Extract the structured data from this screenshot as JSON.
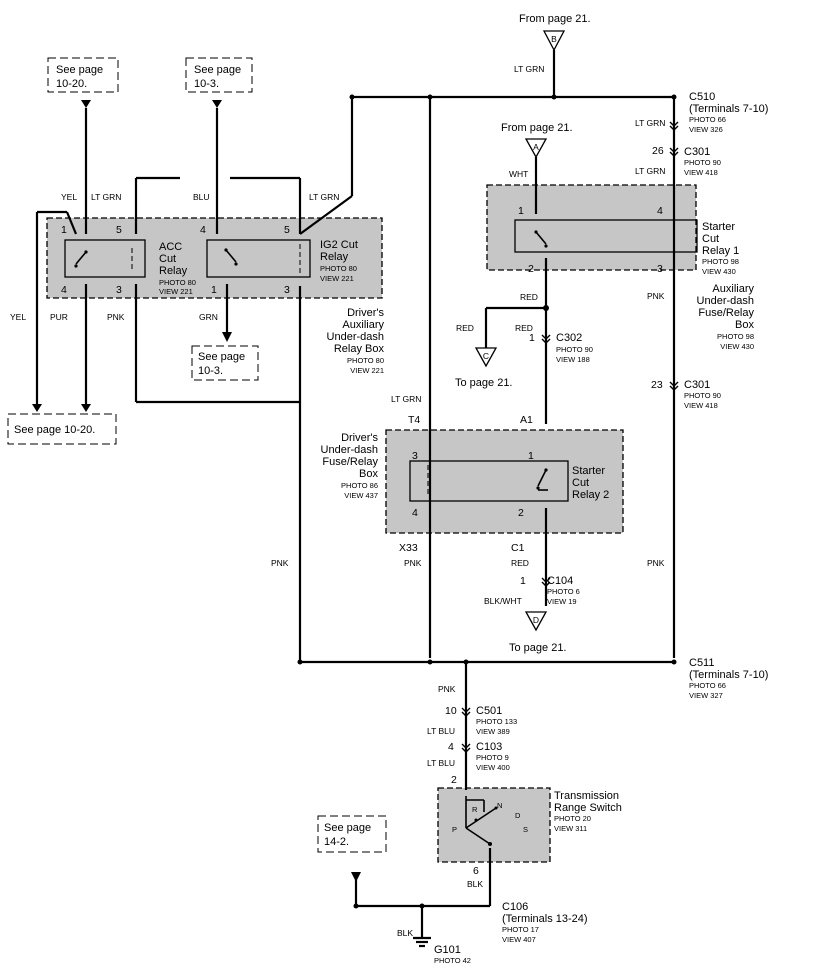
{
  "diagram": {
    "offpage": {
      "from_b": "From page 21.",
      "from_a": "From page 21.",
      "to_c": "To page 21.",
      "to_d": "To page 21.",
      "b": "B",
      "a": "A",
      "c": "C",
      "d": "D"
    },
    "refs": {
      "see_10_20_top_l1": "See page",
      "see_10_20_top_l2": "10-20.",
      "see_10_3_top_l1": "See page",
      "see_10_3_top_l2": "10-3.",
      "see_10_3_mid_l1": "See page",
      "see_10_3_mid_l2": "10-3.",
      "see_10_20_bot": "See page 10-20.",
      "see_14_2_l1": "See page",
      "see_14_2_l2": "14-2."
    },
    "wire_colors": {
      "yel_1": "YEL",
      "ltgrn_1": "LT GRN",
      "blu": "BLU",
      "ltgrn_2": "LT GRN",
      "yel_2": "YEL",
      "pur": "PUR",
      "pnk_1": "PNK",
      "grn": "GRN",
      "ltgrn_top": "LT GRN",
      "ltgrn_c510": "LT GRN",
      "ltgrn_c301": "LT GRN",
      "wht": "WHT",
      "pnk_r": "PNK",
      "red_1": "RED",
      "red_2": "RED",
      "red_3": "RED",
      "ltgrn_t4": "LT GRN",
      "pnk_x33": "PNK",
      "red_c1": "RED",
      "blkwht": "BLK/WHT",
      "pnk_right": "PNK",
      "pnk_left": "PNK",
      "pnk_bottom": "PNK",
      "ltblu_1": "LT BLU",
      "ltblu_2": "LT BLU",
      "blk_1": "BLK",
      "blk_2": "BLK"
    },
    "connectors": {
      "c510": "C510",
      "c510_sub": "(Terminals 7-10)",
      "c510_photo": "PHOTO 66",
      "c510_view": "VIEW 326",
      "c301a": "C301",
      "c301a_photo": "PHOTO 90",
      "c301a_view": "VIEW 418",
      "c301a_pin": "26",
      "c302": "C302",
      "c302_photo": "PHOTO 90",
      "c302_view": "VIEW 188",
      "c302_pin": "1",
      "c301b": "C301",
      "c301b_photo": "PHOTO 90",
      "c301b_view": "VIEW 418",
      "c301b_pin": "23",
      "c104": "C104",
      "c104_photo": "PHOTO 6",
      "c104_view": "VIEW 19",
      "c104_pin": "1",
      "c511": "C511",
      "c511_sub": "(Terminals 7-10)",
      "c511_photo": "PHOTO 66",
      "c511_view": "VIEW 327",
      "c501": "C501",
      "c501_photo": "PHOTO 133",
      "c501_view": "VIEW 389",
      "c501_pin": "10",
      "c103": "C103",
      "c103_photo": "PHOTO 9",
      "c103_view": "VIEW 400",
      "c103_pin": "4",
      "c106": "C106",
      "c106_sub": "(Terminals 13-24)",
      "c106_photo": "PHOTO 17",
      "c106_view": "VIEW 407",
      "g101": "G101",
      "g101_photo": "PHOTO 42"
    },
    "terminals": {
      "t4": "T4",
      "a1": "A1",
      "x33": "X33",
      "c1": "C1"
    },
    "acc_relay": {
      "l1": "ACC",
      "l2": "Cut",
      "l3": "Relay",
      "photo": "PHOTO 80",
      "view": "VIEW 221",
      "p1": "1",
      "p5": "5",
      "p4": "4",
      "p3": "3"
    },
    "ig2_relay": {
      "l1": "IG2 Cut",
      "l2": "Relay",
      "photo": "PHOTO 80",
      "view": "VIEW 221",
      "p4": "4",
      "p5": "5",
      "p1": "1",
      "p3": "3"
    },
    "driver_aux_box": {
      "l1": "Driver's",
      "l2": "Auxiliary",
      "l3": "Under-dash",
      "l4": "Relay Box",
      "photo": "PHOTO 80",
      "view": "VIEW 221"
    },
    "starter_relay_1": {
      "l1": "Starter",
      "l2": "Cut",
      "l3": "Relay 1",
      "photo": "PHOTO 98",
      "view": "VIEW 430",
      "p1": "1",
      "p4": "4",
      "p2": "2",
      "p3": "3"
    },
    "aux_fuse_box": {
      "l1": "Auxiliary",
      "l2": "Under-dash",
      "l3": "Fuse/Relay",
      "l4": "Box",
      "photo": "PHOTO 98",
      "view": "VIEW 430"
    },
    "driver_fuse_box": {
      "l1": "Driver's",
      "l2": "Under-dash",
      "l3": "Fuse/Relay",
      "l4": "Box",
      "photo": "PHOTO 86",
      "view": "VIEW 437"
    },
    "starter_relay_2": {
      "l1": "Starter",
      "l2": "Cut",
      "l3": "Relay 2",
      "p3": "3",
      "p1": "1",
      "p4": "4",
      "p2": "2"
    },
    "trans_switch": {
      "l1": "Transmission",
      "l2": "Range Switch",
      "photo": "PHOTO 20",
      "view": "VIEW 311",
      "pin2": "2",
      "pin6": "6",
      "r": "R",
      "n": "N",
      "d": "D",
      "p": "P",
      "s": "S"
    }
  }
}
